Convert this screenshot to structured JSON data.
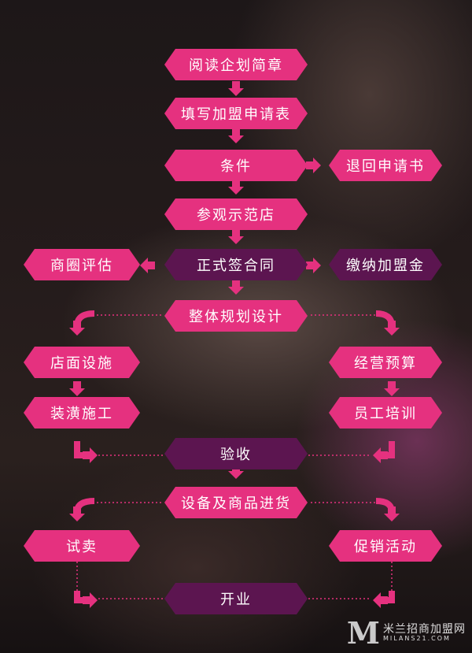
{
  "steps": {
    "read_plan": "阅读企划简章",
    "fill_form": "填写加盟申请表",
    "conditions": "条件",
    "return_application": "退回申请书",
    "visit_store": "参观示范店",
    "area_evaluation": "商圈评估",
    "sign_contract": "正式签合同",
    "pay_fee": "缴纳加盟金",
    "overall_planning": "整体规划设计",
    "store_facilities": "店面设施",
    "business_budget": "经营预算",
    "decoration": "装潢施工",
    "staff_training": "员工培训",
    "acceptance": "验收",
    "equipment_purchase": "设备及商品进货",
    "trial_sale": "试卖",
    "promotion": "促销活动",
    "opening": "开业"
  },
  "watermark": {
    "logo_letter": "M",
    "brand_cn": "米兰招商加盟网",
    "brand_en": "MILANS21.COM"
  },
  "colors": {
    "pink": "#e5317f",
    "purple": "#5c1550",
    "background": "#1b1415"
  }
}
